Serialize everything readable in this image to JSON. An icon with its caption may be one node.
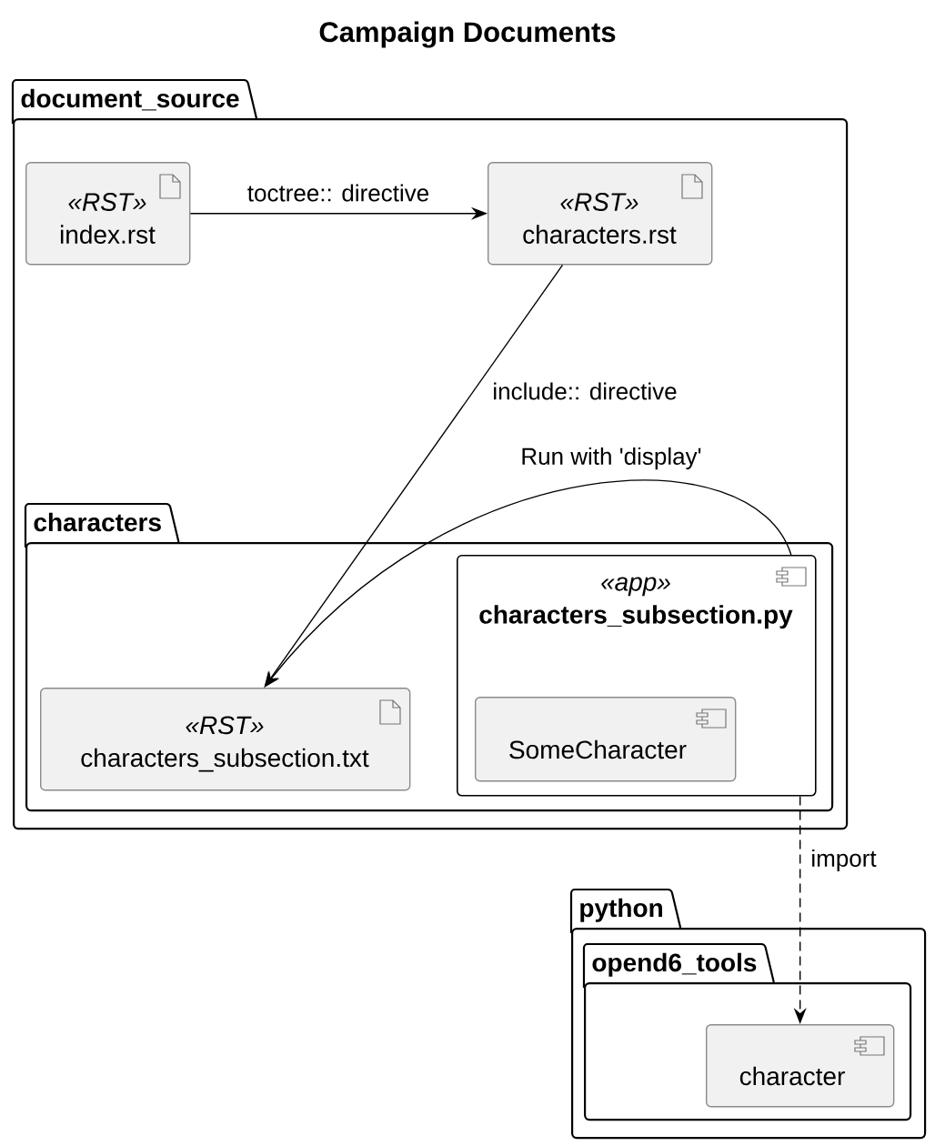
{
  "diagram": {
    "title": "Campaign Documents",
    "nodes": [
      {
        "text": [
          "document_source"
        ]
      },
      {
        "text": [
          "«RST»",
          "index.rst"
        ],
        "in": 0
      },
      {
        "text": [
          "«RST»",
          "characters.rst"
        ],
        "in": 0
      },
      {
        "text": [
          "characters"
        ],
        "in": 0
      },
      {
        "text": [
          "«RST»",
          "characters_subsection.txt"
        ],
        "in": 3
      },
      {
        "text": [
          "«app»",
          "characters_subsection.py"
        ],
        "in": 3
      },
      {
        "text": [
          "SomeCharacter"
        ],
        "in": 5
      },
      {
        "text": [
          "python"
        ]
      },
      {
        "text": [
          "opend6_tools"
        ],
        "in": 7
      },
      {
        "text": [
          "character"
        ],
        "in": 8
      }
    ],
    "edges": [
      {
        "from": 1,
        "to": 2,
        "arrow": "to",
        "label": "toctree:: directive"
      },
      {
        "from": 2,
        "to": 4,
        "arrow": "to",
        "label": "include:: directive"
      },
      {
        "from": 5,
        "to": 4,
        "arrow": "to",
        "label": "Run with 'display'"
      },
      {
        "from": 5,
        "to": 9,
        "arrow": "to",
        "label": "import",
        "style": "dashed"
      }
    ]
  }
}
